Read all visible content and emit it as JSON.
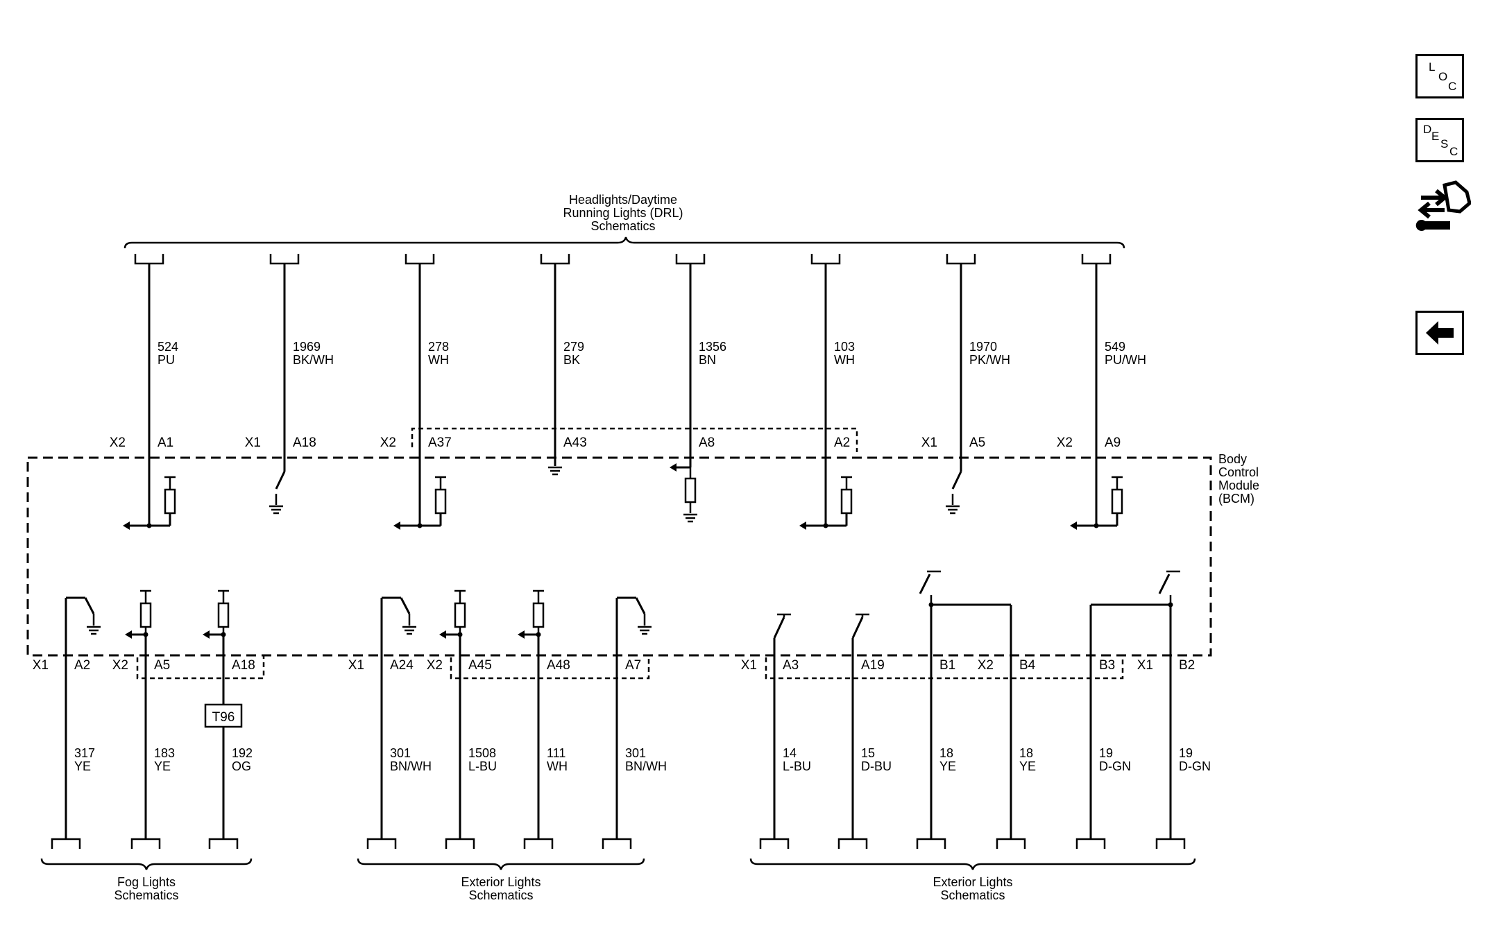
{
  "title": {
    "headlights": [
      "Headlights/Daytime",
      "Running Lights (DRL)",
      "Schematics"
    ],
    "bcm": [
      "Body",
      "Control",
      "Module",
      "(BCM)"
    ],
    "fog": [
      "Fog Lights",
      "Schematics"
    ],
    "exterior_mid": [
      "Exterior Lights",
      "Schematics"
    ],
    "exterior_right": [
      "Exterior Lights",
      "Schematics"
    ]
  },
  "icons": {
    "loc": {
      "name": "loc-icon",
      "chars": [
        "L",
        "O",
        "C"
      ]
    },
    "desc": {
      "name": "desc-icon",
      "chars": [
        "D",
        "E",
        "S",
        "C"
      ]
    },
    "connector_repair": {
      "name": "connector-repair-icon"
    },
    "back": {
      "name": "back-arrow-icon"
    }
  },
  "top_circuits": [
    {
      "circuit": "524",
      "color": "PU",
      "connector": "X2",
      "pin": "A1"
    },
    {
      "circuit": "1969",
      "color": "BK/WH",
      "connector": "X1",
      "pin": "A18"
    },
    {
      "circuit": "278",
      "color": "WH",
      "connector": "X2",
      "pin": "A37"
    },
    {
      "circuit": "279",
      "color": "BK",
      "connector": "",
      "pin": "A43"
    },
    {
      "circuit": "1356",
      "color": "BN",
      "connector": "",
      "pin": "A8"
    },
    {
      "circuit": "103",
      "color": "WH",
      "connector": "",
      "pin": "A2"
    },
    {
      "circuit": "1970",
      "color": "PK/WH",
      "connector": "X1",
      "pin": "A5"
    },
    {
      "circuit": "549",
      "color": "PU/WH",
      "connector": "X2",
      "pin": "A9"
    }
  ],
  "bottom_circuits": [
    {
      "circuit": "317",
      "color": "YE",
      "connector": "X1",
      "pin": "A2"
    },
    {
      "circuit": "183",
      "color": "YE",
      "connector": "X2",
      "pin": "A5"
    },
    {
      "circuit": "192",
      "color": "OG",
      "connector": "",
      "pin": "A18",
      "splice": "T96"
    },
    {
      "circuit": "301",
      "color": "BN/WH",
      "connector": "X1",
      "pin": "A24"
    },
    {
      "circuit": "1508",
      "color": "L-BU",
      "connector": "X2",
      "pin": "A45"
    },
    {
      "circuit": "111",
      "color": "WH",
      "connector": "",
      "pin": "A48"
    },
    {
      "circuit": "301",
      "color": "BN/WH",
      "connector": "",
      "pin": "A7"
    },
    {
      "circuit": "14",
      "color": "L-BU",
      "connector": "X1",
      "pin": "A3"
    },
    {
      "circuit": "15",
      "color": "D-BU",
      "connector": "",
      "pin": "A19"
    },
    {
      "circuit": "18",
      "color": "YE",
      "connector": "",
      "pin": "B1"
    },
    {
      "circuit": "18",
      "color": "YE",
      "connector": "X2",
      "pin": "B4"
    },
    {
      "circuit": "19",
      "color": "D-GN",
      "connector": "",
      "pin": "B3"
    },
    {
      "circuit": "19",
      "color": "D-GN",
      "connector": "X1",
      "pin": "B2"
    }
  ]
}
